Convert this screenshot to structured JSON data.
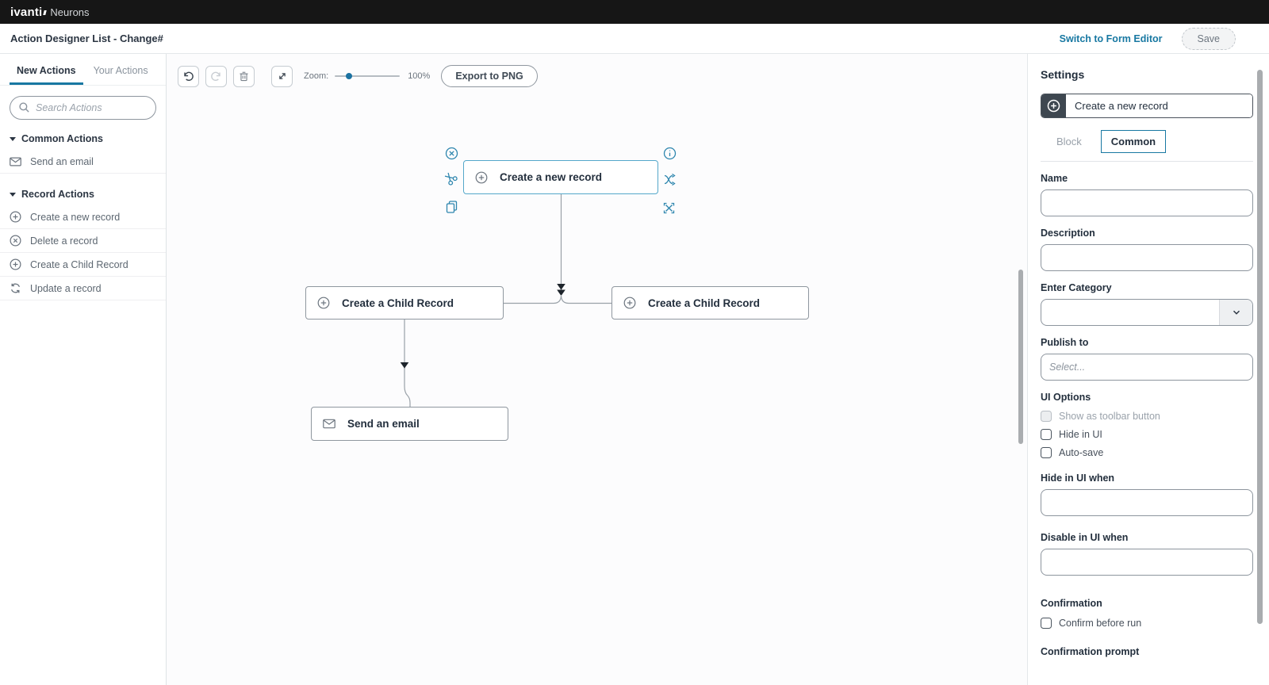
{
  "topbar": {
    "brand_bold": "ivanti",
    "brand_light": "Neurons"
  },
  "header": {
    "title": "Action Designer List - Change#",
    "switch_link": "Switch to Form Editor",
    "save_label": "Save"
  },
  "sidebar": {
    "tabs": [
      {
        "label": "New Actions",
        "active": true
      },
      {
        "label": "Your Actions",
        "active": false
      }
    ],
    "search_placeholder": "Search Actions",
    "sections": [
      {
        "title": "Common Actions",
        "items": [
          {
            "label": "Send an email",
            "icon": "envelope-icon"
          }
        ]
      },
      {
        "title": "Record Actions",
        "items": [
          {
            "label": "Create a new record",
            "icon": "circle-plus-icon"
          },
          {
            "label": "Delete a record",
            "icon": "circle-x-icon"
          },
          {
            "label": "Create a Child Record",
            "icon": "circle-plus-icon"
          },
          {
            "label": "Update a record",
            "icon": "refresh-icon"
          }
        ]
      }
    ]
  },
  "canvas": {
    "toolbar": {
      "zoom_label": "Zoom:",
      "zoom_value": "100%",
      "export_label": "Export to PNG",
      "icons": [
        "undo-icon",
        "redo-icon",
        "trash-icon",
        "expand-icon"
      ]
    },
    "nodes": [
      {
        "label": "Create a new record",
        "icon": "circle-plus-icon",
        "selected": true
      },
      {
        "label": "Create a Child Record",
        "icon": "circle-plus-icon",
        "selected": false
      },
      {
        "label": "Create a Child Record",
        "icon": "circle-plus-icon",
        "selected": false
      },
      {
        "label": "Send an email",
        "icon": "envelope-icon",
        "selected": false
      }
    ],
    "selection_handles": [
      "circle-x-icon",
      "scissors-icon",
      "copy-icon",
      "info-icon",
      "shuffle-icon",
      "move-icon"
    ]
  },
  "settings": {
    "title": "Settings",
    "selected_block_label": "Create a new record",
    "tabs": [
      {
        "label": "Block",
        "active": false
      },
      {
        "label": "Common",
        "active": true
      }
    ],
    "fields": {
      "name_label": "Name",
      "description_label": "Description",
      "category_label": "Enter Category",
      "publish_label": "Publish to",
      "publish_placeholder": "Select...",
      "ui_options_label": "UI Options",
      "checkboxes": [
        {
          "label": "Show as toolbar button",
          "disabled": true,
          "checked": false
        },
        {
          "label": "Hide in UI",
          "disabled": false,
          "checked": false
        },
        {
          "label": "Auto-save",
          "disabled": false,
          "checked": false
        }
      ],
      "hide_when_label": "Hide in UI when",
      "disable_when_label": "Disable in UI when",
      "confirmation_label": "Confirmation",
      "confirm_checkbox_label": "Confirm before run",
      "confirmation_prompt_label": "Confirmation prompt"
    }
  },
  "colors": {
    "accent": "#1878a2",
    "selected_node_border": "#55a8ca",
    "handle_icon": "#2e86ae",
    "topbar_bg": "#161616",
    "dark_text": "#232f3d"
  }
}
